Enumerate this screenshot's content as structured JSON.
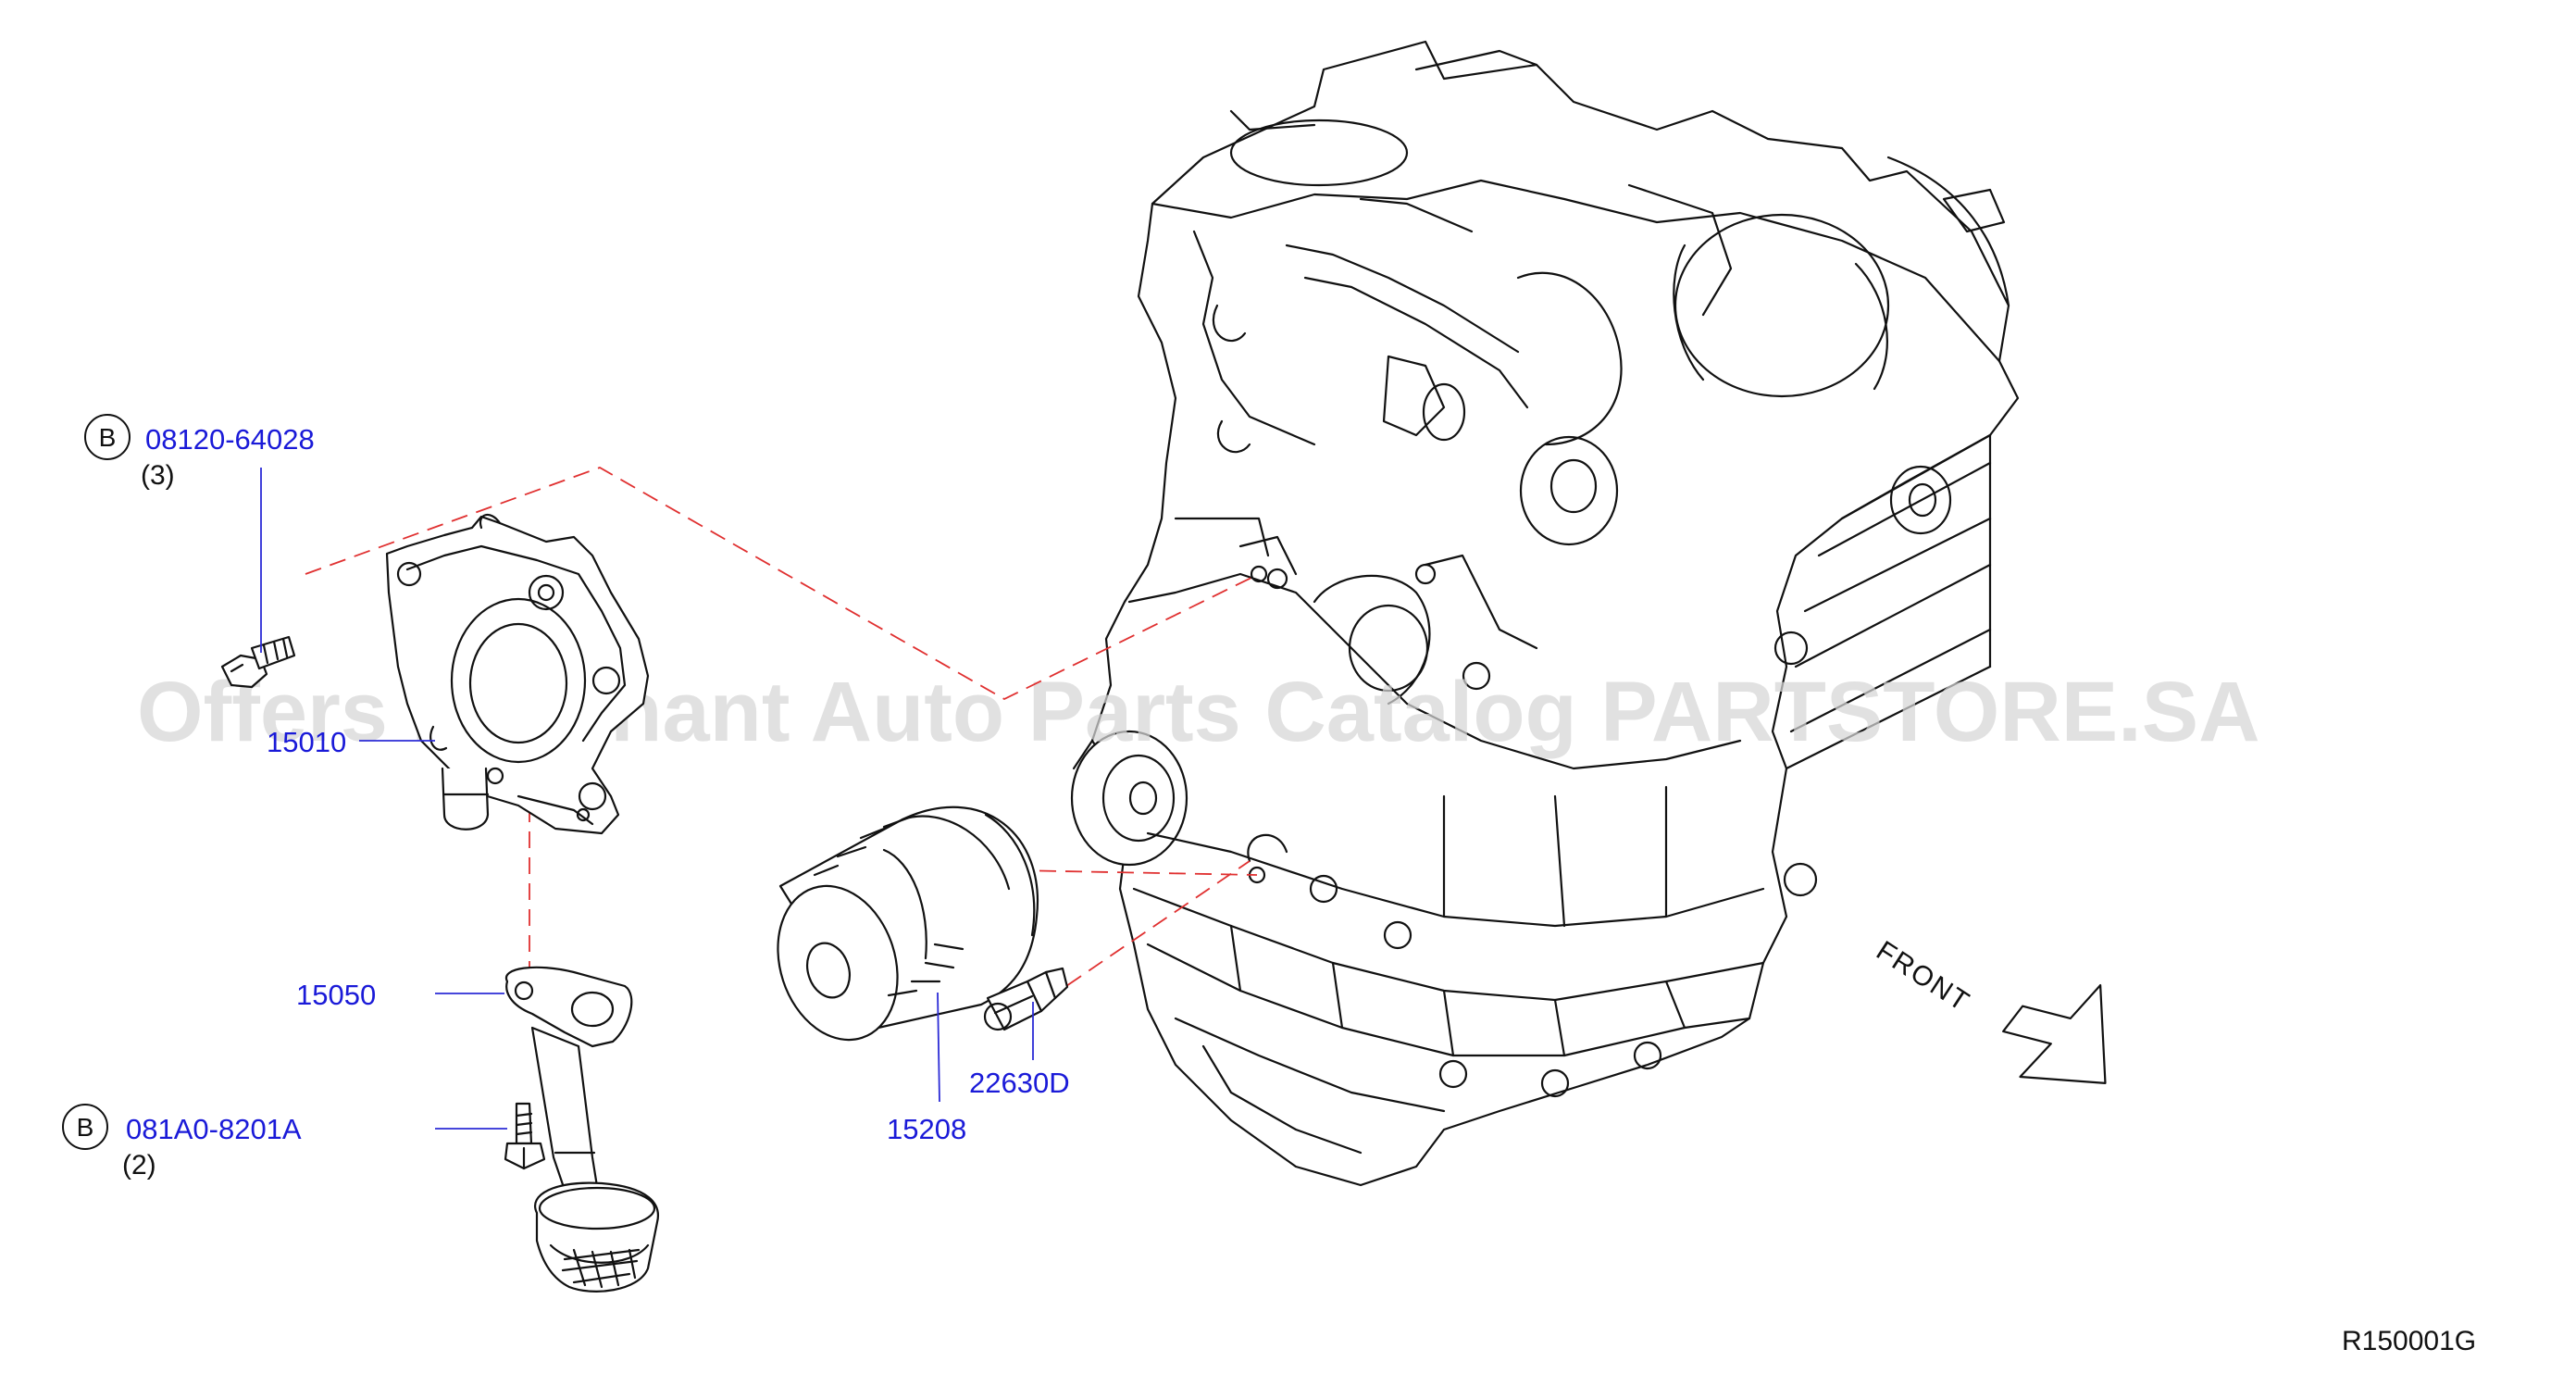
{
  "watermark": "Offers Merchant Auto Parts Catalog PARTSTORE.SA",
  "callouts": {
    "bolt_top": {
      "badge": "B",
      "part": "08120-64028",
      "qty": "(3)"
    },
    "oil_pump": {
      "part": "15010"
    },
    "gasket": {
      "part": "15050"
    },
    "bolt_bottom": {
      "badge": "B",
      "part": "081A0-8201A",
      "qty": "(2)"
    },
    "oil_filter": {
      "part": "15208"
    },
    "sensor": {
      "part": "22630D"
    }
  },
  "direction_label": "FRONT",
  "diagram_ref": "R150001G",
  "colors": {
    "part_label": "#1a1ad8",
    "leader": "#2b2bd6",
    "dashed_guide": "#e03030",
    "line_art": "#111111",
    "watermark": "#d6d6d6"
  }
}
